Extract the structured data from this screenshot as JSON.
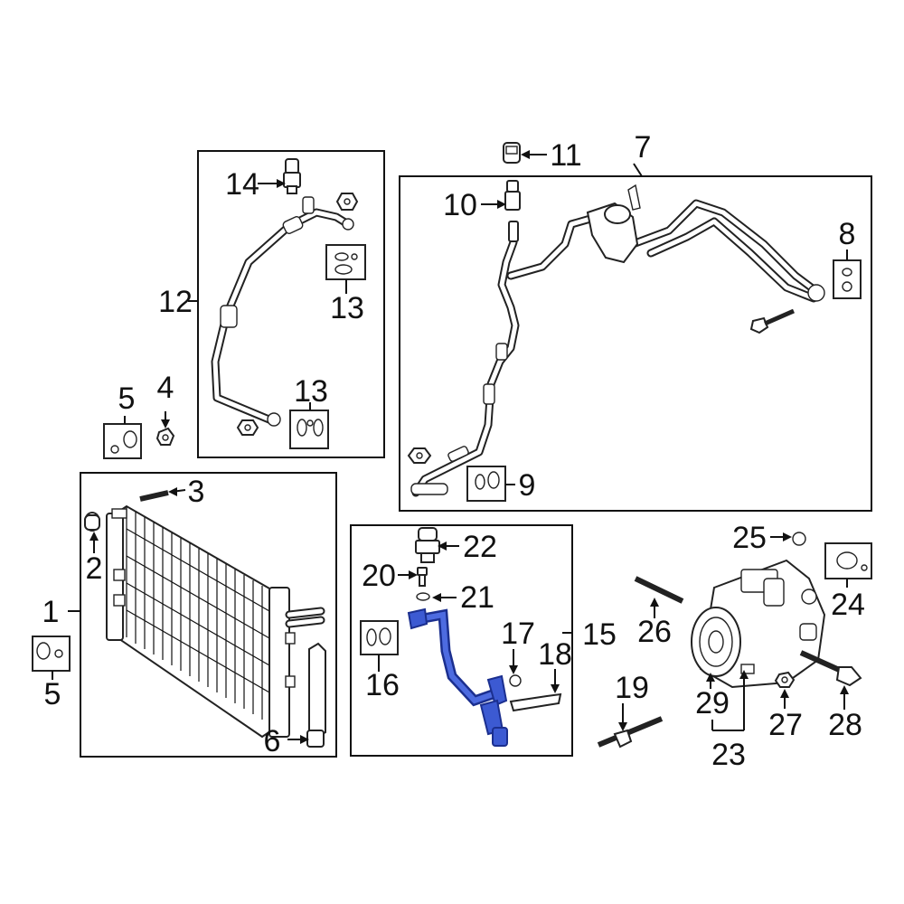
{
  "callouts": {
    "c1": "1",
    "c2": "2",
    "c3": "3",
    "c4": "4",
    "c5a": "5",
    "c5b": "5",
    "c6": "6",
    "c7": "7",
    "c8": "8",
    "c9": "9",
    "c10": "10",
    "c11": "11",
    "c12": "12",
    "c13a": "13",
    "c13b": "13",
    "c14": "14",
    "c15": "15",
    "c16": "16",
    "c17": "17",
    "c18": "18",
    "c19": "19",
    "c20": "20",
    "c21": "21",
    "c22": "22",
    "c23": "23",
    "c24": "24",
    "c25": "25",
    "c26": "26",
    "c27": "27",
    "c28": "28",
    "c29": "29"
  },
  "colors": {
    "highlight": "#3c5ad2",
    "line": "#111111",
    "background": "#ffffff"
  },
  "highlighted_part": "15"
}
